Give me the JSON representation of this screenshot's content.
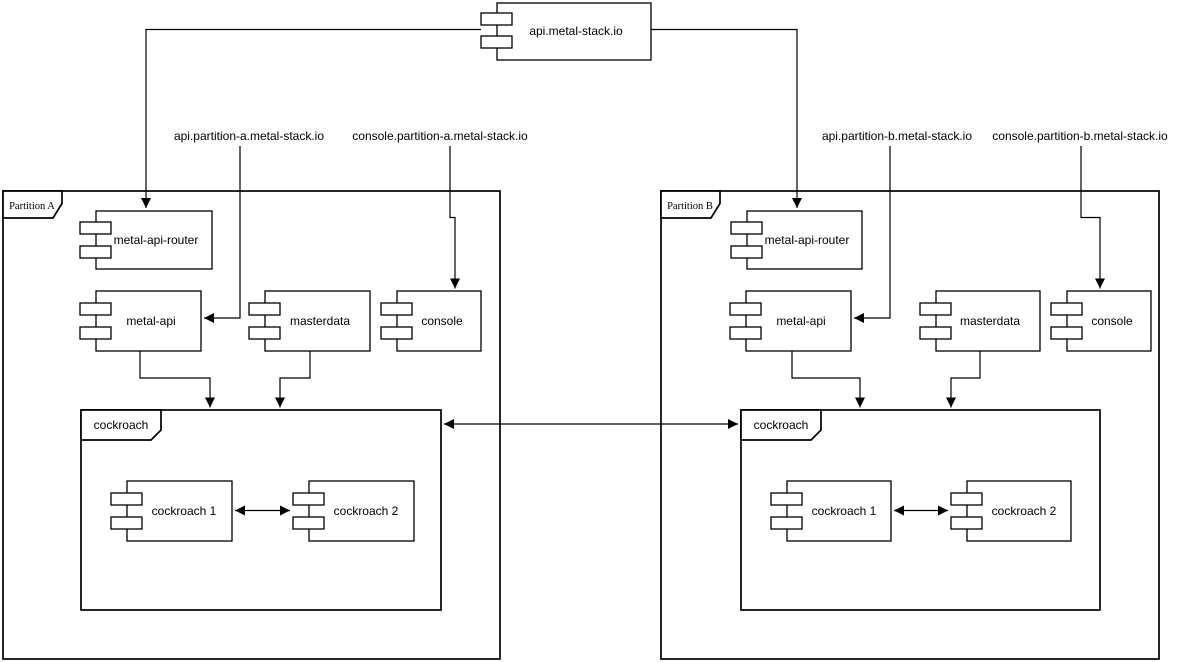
{
  "colors": {
    "stroke": "#000000",
    "fill": "#ffffff",
    "text": "#000000"
  },
  "root": {
    "label": "api.metal-stack.io"
  },
  "dns": {
    "api_a": "api.partition-a.metal-stack.io",
    "console_a": "console.partition-a.metal-stack.io",
    "api_b": "api.partition-b.metal-stack.io",
    "console_b": "console.partition-b.metal-stack.io"
  },
  "partition_a": {
    "name": "Partition A",
    "router": "metal-api-router",
    "api": "metal-api",
    "masterdata": "masterdata",
    "console": "console",
    "db": {
      "name": "cockroach",
      "node1": "cockroach 1",
      "node2": "cockroach 2"
    }
  },
  "partition_b": {
    "name": "Partition B",
    "router": "metal-api-router",
    "api": "metal-api",
    "masterdata": "masterdata",
    "console": "console",
    "db": {
      "name": "cockroach",
      "node1": "cockroach 1",
      "node2": "cockroach 2"
    }
  }
}
